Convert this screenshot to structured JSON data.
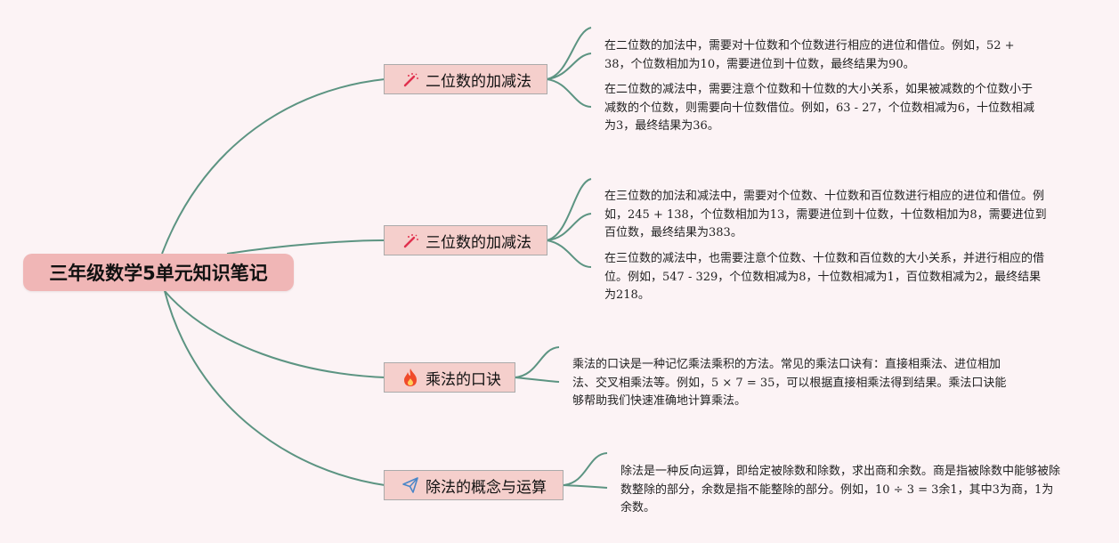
{
  "root": {
    "title": "三年级数学5单元知识笔记"
  },
  "branches": [
    {
      "label": "二位数的加减法",
      "icon": "magic-wand-icon",
      "notes": [
        "在二位数的加法中，需要对十位数和个位数进行相应的进位和借位。例如，52 + 38，个位数相加为10，需要进位到十位数，最终结果为90。",
        "在二位数的减法中，需要注意个位数和十位数的大小关系，如果被减数的个位数小于减数的个位数，则需要向十位数借位。例如，63 - 27，个位数相减为6，十位数相减为3，最终结果为36。"
      ]
    },
    {
      "label": "三位数的加减法",
      "icon": "magic-wand-icon",
      "notes": [
        "在三位数的加法和减法中，需要对个位数、十位数和百位数进行相应的进位和借位。例如，245 + 138，个位数相加为13，需要进位到十位数，十位数相加为8，需要进位到百位数，最终结果为383。",
        "在三位数的减法中，也需要注意个位数、十位数和百位数的大小关系，并进行相应的借位。例如，547 - 329，个位数相减为8，十位数相减为1，百位数相减为2，最终结果为218。"
      ]
    },
    {
      "label": "乘法的口诀",
      "icon": "fire-icon",
      "notes": [
        "乘法的口诀是一种记忆乘法乘积的方法。常见的乘法口诀有：直接相乘法、进位相加法、交叉相乘法等。例如，5 × 7 = 35，可以根据直接相乘法得到结果。乘法口诀能够帮助我们快速准确地计算乘法。"
      ]
    },
    {
      "label": "除法的概念与运算",
      "icon": "paper-plane-icon",
      "notes": [
        "除法是一种反向运算，即给定被除数和除数，求出商和余数。商是指被除数中能够被除数整除的部分，余数是指不能整除的部分。例如，10 ÷ 3 = 3余1，其中3为商，1为余数。"
      ]
    }
  ],
  "colors": {
    "background": "#fcf3f5",
    "root_fill": "#f0b6b6",
    "branch_fill": "#f5cfcc",
    "branch_border": "#aaaaaa",
    "connector": "#5c9482",
    "wand_accent": "#e0304e",
    "fire": "#f04a2a",
    "plane": "#4a86c8"
  }
}
